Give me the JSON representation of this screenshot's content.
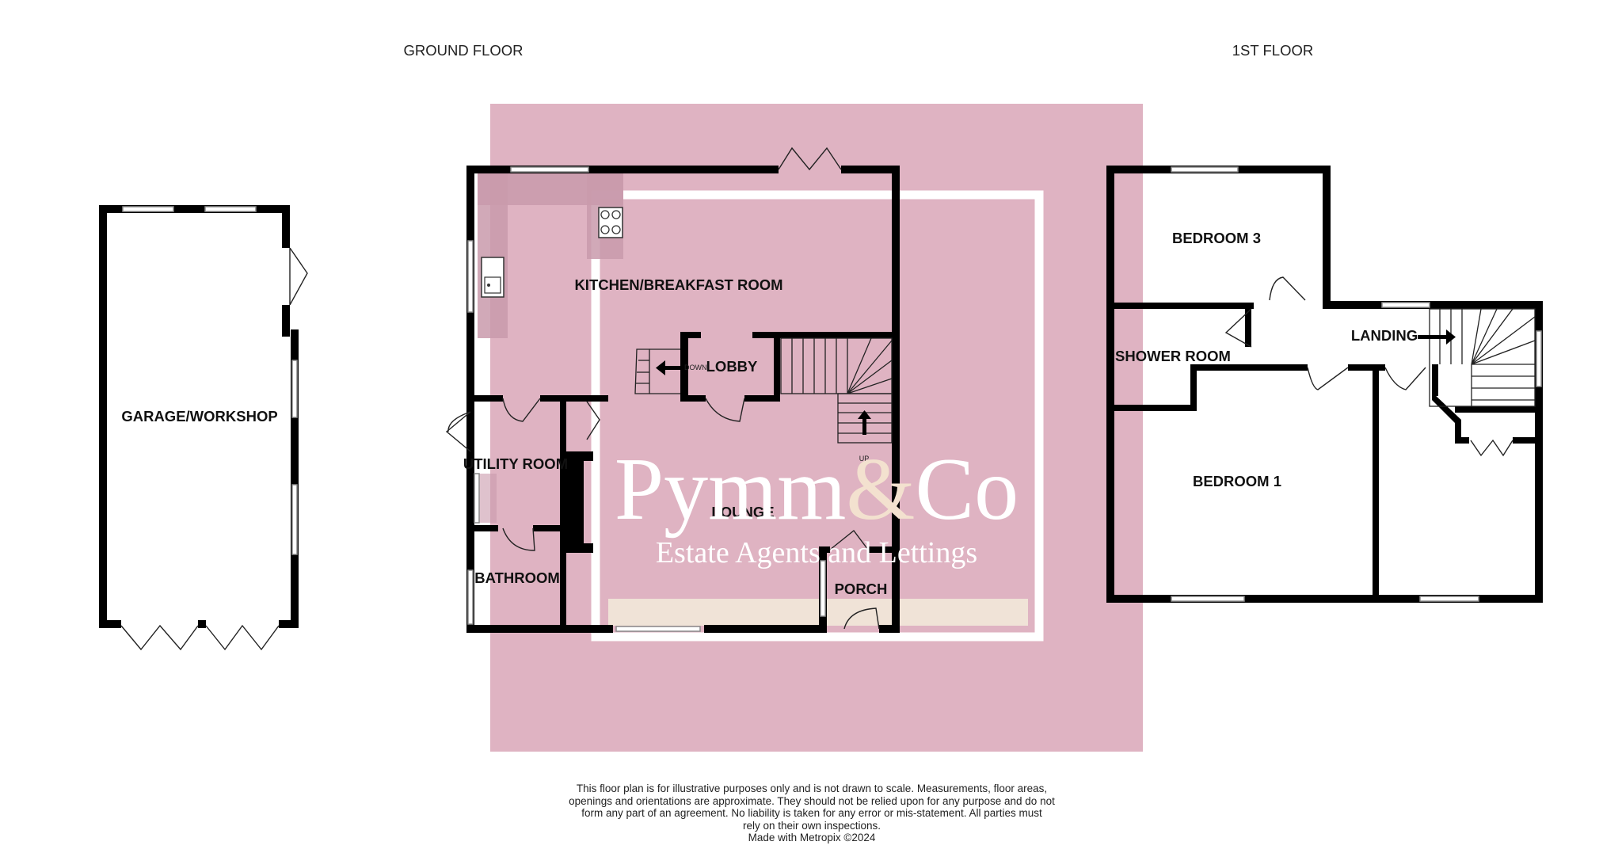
{
  "floors": {
    "ground": "GROUND FLOOR",
    "first": "1ST FLOOR"
  },
  "rooms": {
    "garage": "GARAGE/WORKSHOP",
    "kitchen": "KITCHEN/BREAKFAST ROOM",
    "lobby": "LOBBY",
    "utility": "UTILITY ROOM",
    "lounge": "LOUNGE",
    "bathroom": "BATHROOM",
    "porch": "PORCH",
    "bedroom3": "BEDROOM 3",
    "shower": "SHOWER ROOM",
    "landing": "LANDING",
    "bedroom1": "BEDROOM 1"
  },
  "stair_labels": {
    "down": "DOWN",
    "up": "UP"
  },
  "watermark": {
    "brand_a": "Pymm",
    "brand_amp": "&",
    "brand_b": "Co",
    "tagline": "Estate Agents and Lettings"
  },
  "disclaimer": [
    "This floor plan is for illustrative purposes only and is not drawn to scale.  Measurements, floor areas,",
    "openings and orientations are approximate.  They should not be relied upon for any purpose and do not",
    "form any part of an agreement.  No liability is taken for any error or mis-statement.  All parties must",
    "rely on their own inspections.",
    "Made with Metropix ©2024"
  ],
  "colors": {
    "watermark_pink": "#dfb3c2",
    "fitted_units": "#c99aab",
    "floor_strip": "#f0e3d7",
    "wall": "#000000"
  }
}
